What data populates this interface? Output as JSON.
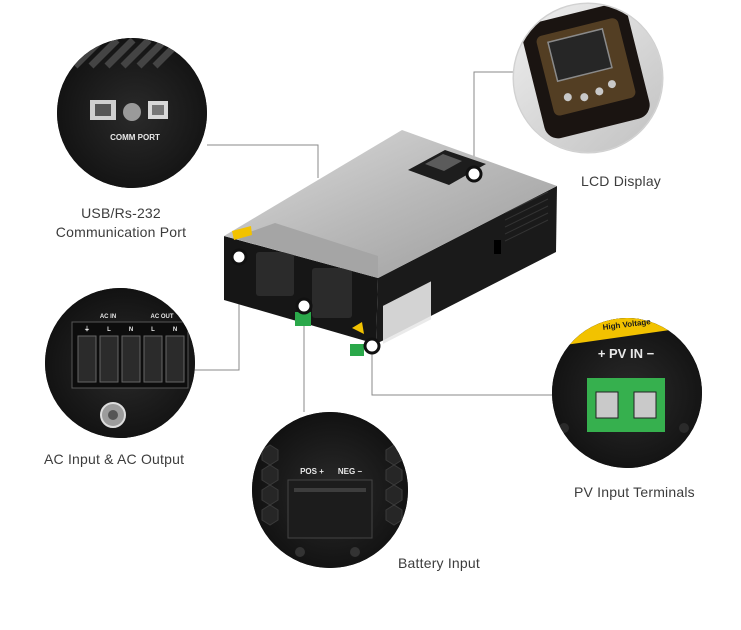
{
  "callouts": {
    "lcd": {
      "label": "LCD Display"
    },
    "comm": {
      "label_line1": "USB/Rs-232",
      "label_line2": "Communication Port",
      "port_text": "COMM PORT"
    },
    "ac": {
      "label": "AC Input & AC Output",
      "ac_in": "AC IN",
      "ac_out": "AC OUT",
      "terminals": [
        "⏚",
        "L",
        "N",
        "L",
        "N"
      ]
    },
    "battery": {
      "label": "Battery Input",
      "pos": "POS +",
      "neg": "NEG −"
    },
    "pv": {
      "label": "PV Input Terminals",
      "pv_text": "+  PV IN  −",
      "warning": "High Voltage"
    }
  }
}
